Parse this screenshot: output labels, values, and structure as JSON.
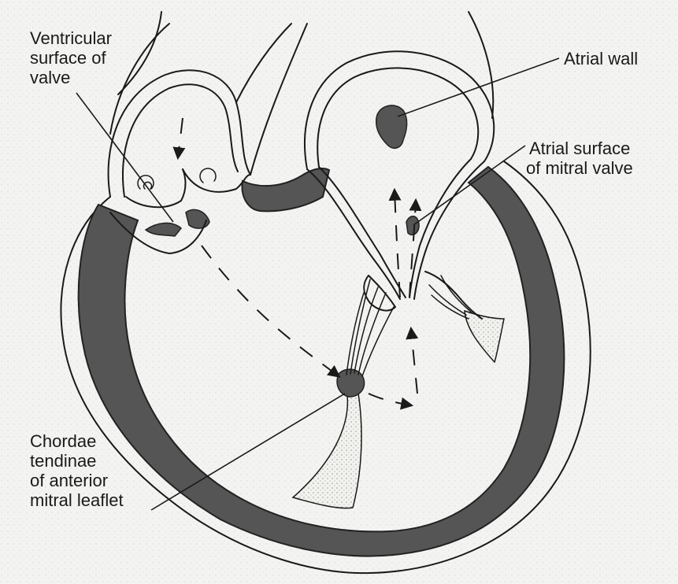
{
  "colors": {
    "background": "#ffffff",
    "stippled_background": "#f3f3f1",
    "ink": "#1a1a1a",
    "muscle": "#555555",
    "papillary_fill": "#f0f0ec"
  },
  "labels": {
    "ventricular_surface": [
      "Ventricular",
      "surface of",
      "valve"
    ],
    "atrial_wall": "Atrial wall",
    "atrial_surface": [
      "Atrial surface",
      "of mitral valve"
    ],
    "chordae": [
      "Chordae",
      "tendinae",
      "of anterior",
      "mitral leaflet"
    ]
  }
}
